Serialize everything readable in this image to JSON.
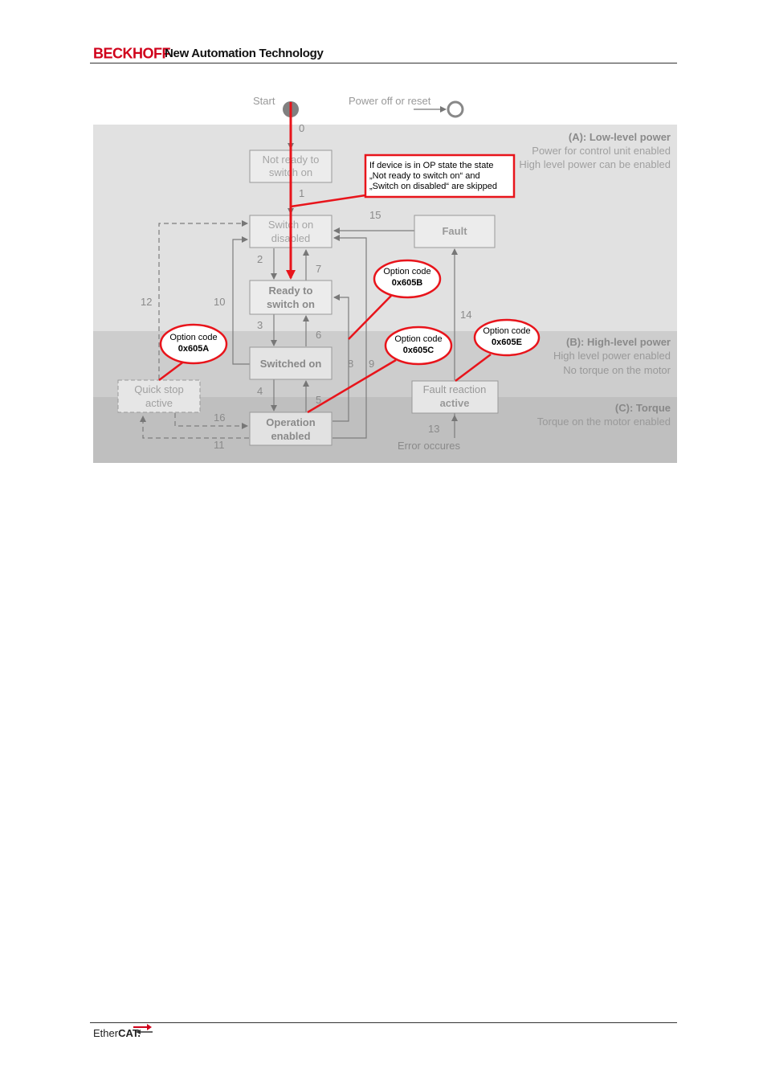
{
  "header": {
    "brand": "BECKHOFF",
    "tagline": "New Automation Technology"
  },
  "footer": {
    "logo_prefix": "Ether",
    "logo_suffix": "CAT."
  },
  "diagram": {
    "start_label": "Start",
    "power_off_label": "Power off or reset",
    "regions": [
      {
        "title": "(A): Low-level power",
        "lines": [
          "Power for control unit enabled",
          "High level power can be enabled"
        ]
      },
      {
        "title": "(B): High-level power",
        "lines": [
          "High level power enabled",
          "No torque on the motor"
        ]
      },
      {
        "title": "(C): Torque",
        "lines": [
          "Torque on the motor enabled"
        ]
      }
    ],
    "states": {
      "not_ready": [
        "Not ready to",
        "switch on"
      ],
      "switch_on_disabled": [
        "Switch on",
        "disabled"
      ],
      "ready": [
        "Ready to",
        "switch on"
      ],
      "switched_on": [
        "Switched on"
      ],
      "operation_enabled": [
        "Operation",
        "enabled"
      ],
      "quick_stop": [
        "Quick stop",
        "active"
      ],
      "fault": [
        "Fault"
      ],
      "fault_reaction": [
        "Fault reaction",
        "active"
      ]
    },
    "transitions": [
      "0",
      "1",
      "2",
      "3",
      "4",
      "5",
      "6",
      "7",
      "8",
      "9",
      "10",
      "11",
      "12",
      "13",
      "14",
      "15",
      "16"
    ],
    "error_label": "Error occures",
    "note": [
      "If device is in OP state the state",
      "„Not ready to switch on“ and",
      "„Switch on disabled“ are skipped"
    ],
    "option_codes": [
      {
        "label": "Option code",
        "code": "0x605A"
      },
      {
        "label": "Option code",
        "code": "0x605B"
      },
      {
        "label": "Option code",
        "code": "0x605C"
      },
      {
        "label": "Option code",
        "code": "0x605E"
      }
    ]
  }
}
